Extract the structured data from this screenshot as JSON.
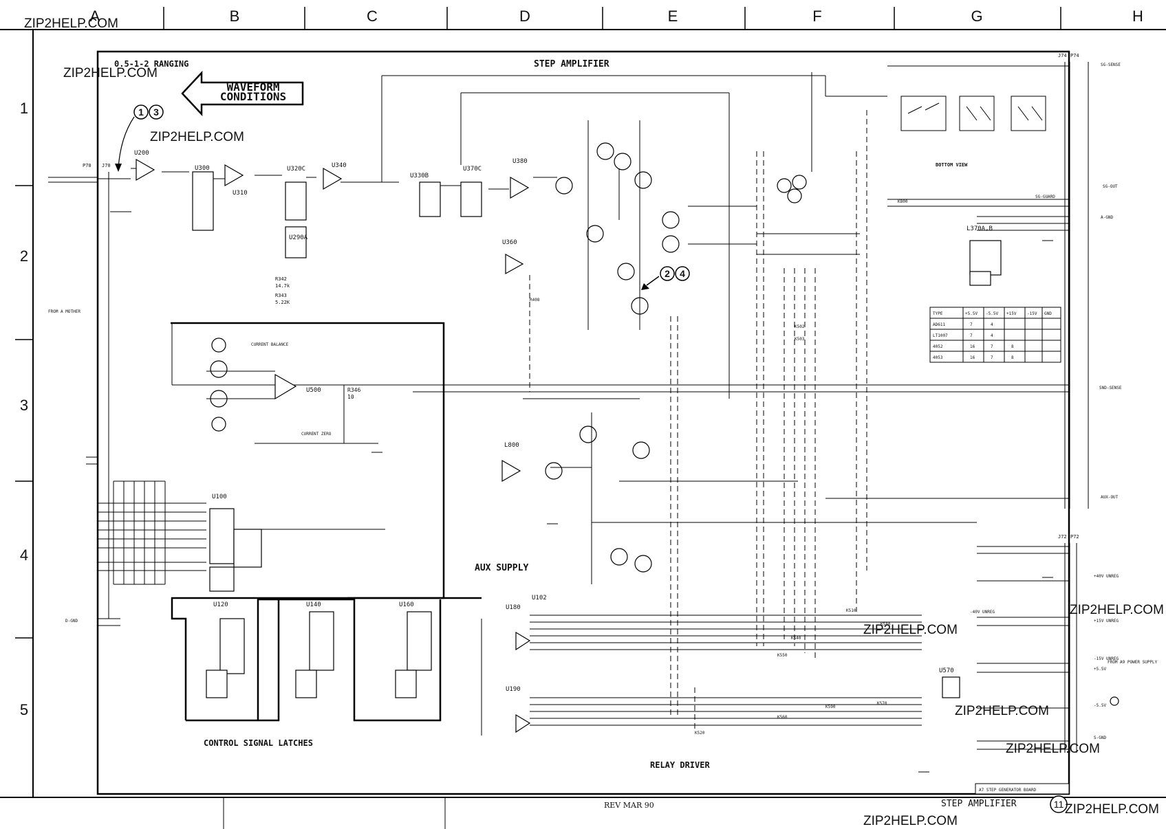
{
  "grid": {
    "columns": [
      "A",
      "B",
      "C",
      "D",
      "E",
      "F",
      "G",
      "H"
    ],
    "rows": [
      "1",
      "2",
      "3",
      "4",
      "5"
    ]
  },
  "watermark": "ZIP2HELP.COM",
  "sections": {
    "ranging": "0.5-1-2 RANGING",
    "waveform_line1": "WAVEFORM",
    "waveform_line2": "CONDITIONS",
    "step_amplifier": "STEP AMPLIFIER",
    "aux_supply": "AUX SUPPLY",
    "control_latches": "CONTROL SIGNAL LATCHES",
    "relay_driver": "RELAY DRIVER",
    "bottom_view": "BOTTOM VIEW"
  },
  "callouts": {
    "c13_a": "1",
    "c13_b": "3",
    "c24_a": "2",
    "c24_b": "4",
    "page": "11"
  },
  "footer": {
    "rev": "REV MAR 90",
    "title": "STEP AMPLIFIER",
    "board": "A7 STEP GENERATOR BOARD"
  },
  "components": {
    "u200": "U200",
    "u300": "U300",
    "u310": "U310",
    "u320": "U320C",
    "u340": "U340",
    "u330": "U330B",
    "u370": "U370C",
    "u380": "U380",
    "u290": "U290A",
    "u360": "U360",
    "u500": "U500",
    "u100": "U100",
    "u120": "U120",
    "u140": "U140",
    "u160": "U160",
    "u102": "U102",
    "u180": "U180",
    "u190": "U190",
    "l800": "L800",
    "u570": "U570",
    "l370": "L370A,B"
  },
  "connectors": {
    "p70": "P70",
    "j70": "J70",
    "j74": "J74",
    "p74": "P74",
    "j72": "J72",
    "p72": "P72"
  },
  "labels": {
    "from_a_mother": "FROM A MOTHER",
    "from_power_supply": "FROM A9 POWER SUPPLY",
    "current_balance": "CURRENT BALANCE",
    "current_zero": "CURRENT ZERO",
    "s_sense": "SG-SENSE",
    "s_out": "SG-OUT",
    "sg_guard": "SG-GUARD",
    "a_gnd": "A-GND",
    "snd_sense": "SND-SENSE",
    "aux_out": "AUX-OUT",
    "p40v": "+40V UNREG",
    "m40v": "-40V UNREG",
    "p15v": "+15V UNREG",
    "m15v": "-15V UNREG",
    "p5v": "+5.5V",
    "m5v": "-5.5V",
    "sig_gnd": "S-GND",
    "d_gnd": "D-GND",
    "r346": "R346",
    "r346v": "10",
    "r342": "R342",
    "r342v": "14.7k",
    "r343": "R343",
    "r343v": "5.22K",
    "r408": "R408"
  },
  "table": {
    "headers": [
      "TYPE",
      "+5.5V",
      "-5.5V",
      "+15V",
      "-15V",
      "GND"
    ],
    "rows": [
      [
        "LT1007",
        "7",
        "4",
        "",
        "",
        ""
      ],
      [
        "4052",
        "16",
        "7",
        "8",
        "",
        ""
      ],
      [
        "4053",
        "16",
        "7",
        "8",
        "",
        ""
      ],
      [
        "AD611",
        "7",
        "4",
        "",
        "",
        ""
      ]
    ]
  },
  "relays": {
    "k800": "K800",
    "k510": "K510",
    "k540": "K540",
    "k550": "K550",
    "k560": "K560",
    "k520": "K520",
    "k570": "K570",
    "k580": "K580",
    "k590": "K590",
    "k502": "K502",
    "k503": "K503"
  }
}
